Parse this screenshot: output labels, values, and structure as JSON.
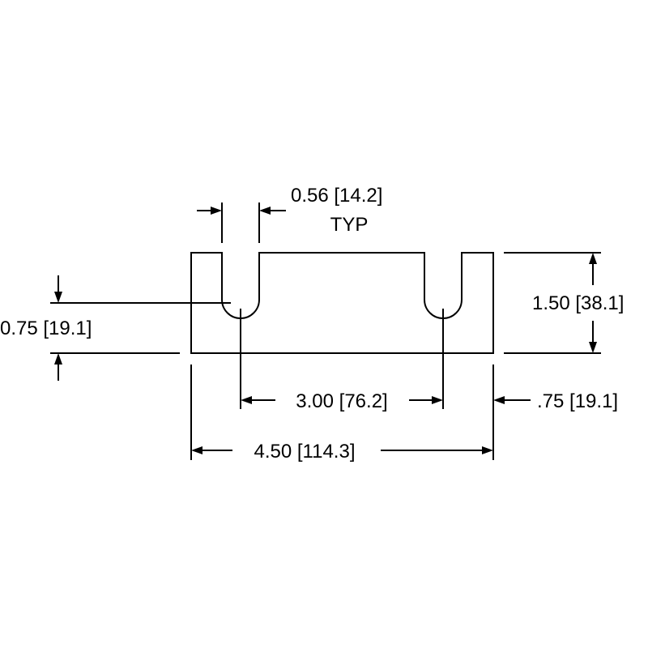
{
  "drawing": {
    "colors": {
      "line": "#000000",
      "background": "#ffffff"
    },
    "dimensions": {
      "slot_width": {
        "label": "0.56 [14.2]",
        "note": "TYP"
      },
      "slot_depth": {
        "label": "0.75 [19.1]"
      },
      "height": {
        "label": "1.50 [38.1]"
      },
      "slot_spacing": {
        "label": "3.00 [76.2]"
      },
      "edge_offset": {
        "label": ".75 [19.1]"
      },
      "overall_width": {
        "label": "4.50 [114.3]"
      }
    }
  }
}
